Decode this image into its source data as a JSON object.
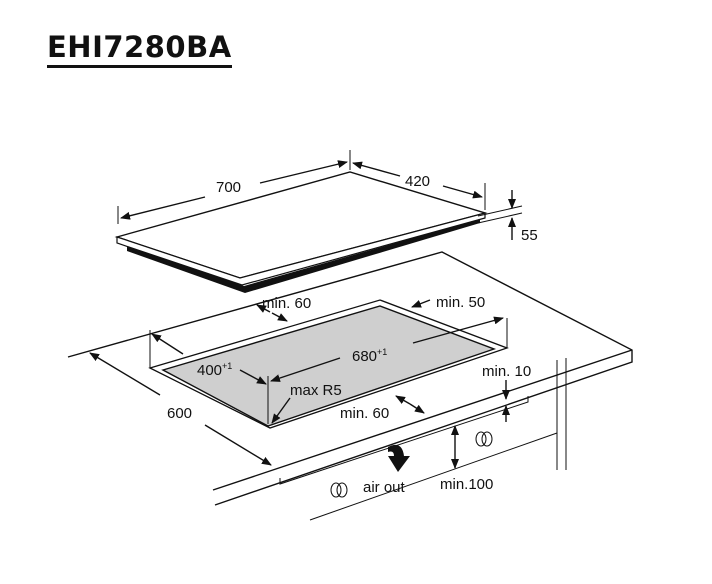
{
  "title": "EHI7280BA",
  "dimensions": {
    "width": "700",
    "depth": "420",
    "height": "55",
    "counter_depth": "600",
    "cutout_depth": "400",
    "cutout_width": "680",
    "tolerance": "+1",
    "corner_radius": "max R5",
    "min_back": "min. 60",
    "min_side": "min. 50",
    "min_front": "min. 60",
    "min_gap": "min. 10",
    "min_vent": "min.100",
    "air_out": "air out"
  }
}
